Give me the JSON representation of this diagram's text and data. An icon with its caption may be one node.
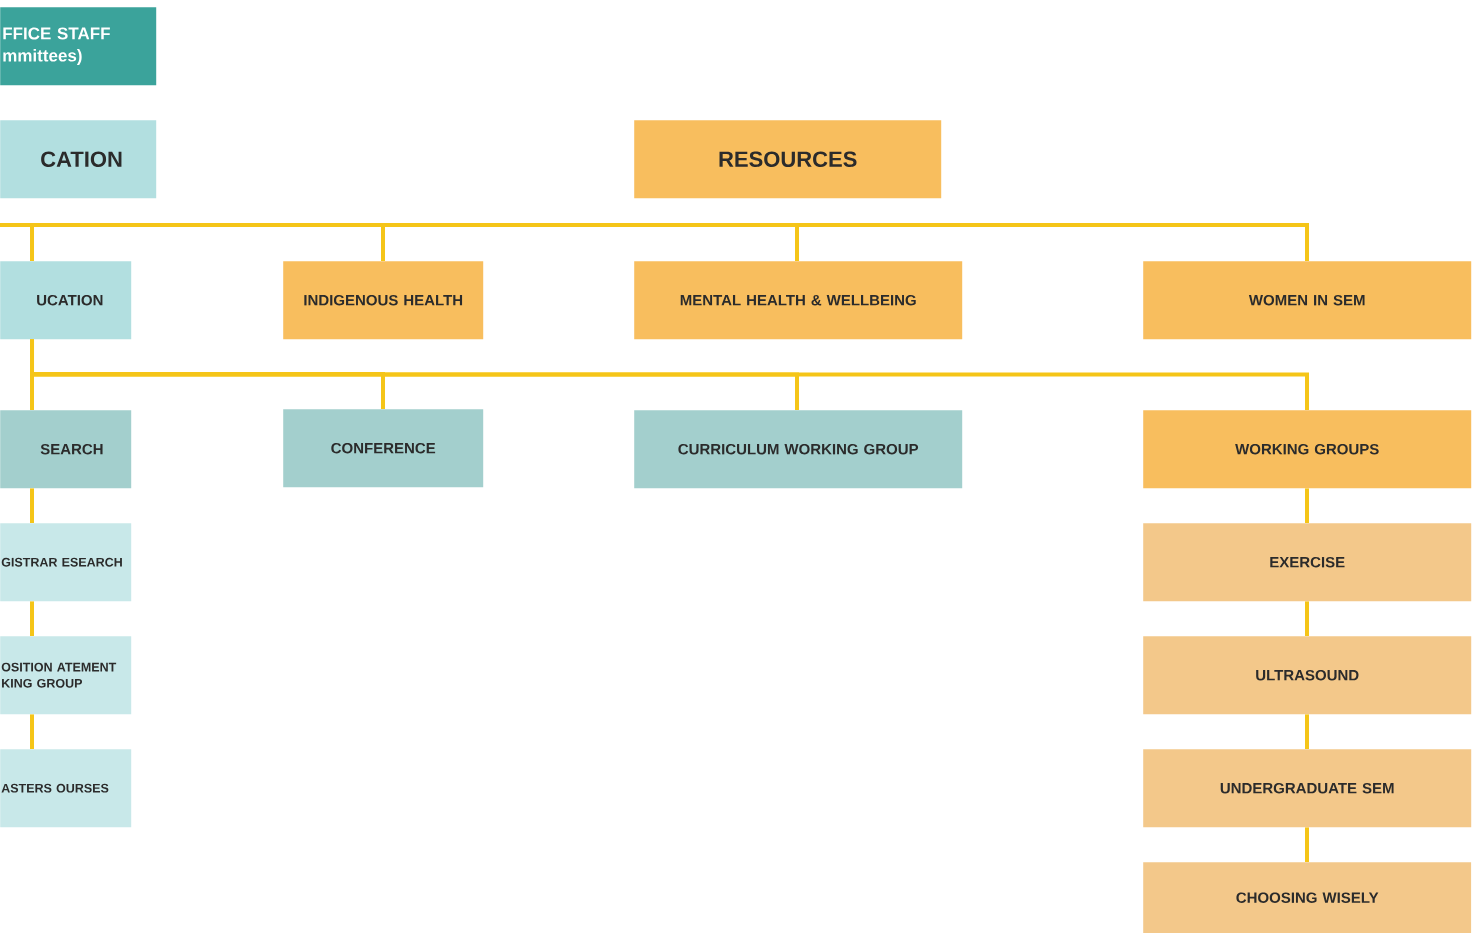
{
  "diagram": {
    "nodes": [
      {
        "text": [
          "FFICE STAFF mmittees)"
        ]
      },
      {
        "text": [
          "CATION"
        ]
      },
      {
        "text": [
          "RESOURCES"
        ]
      },
      {
        "text": [
          "UCATION"
        ]
      },
      {
        "text": [
          "INDIGENOUS HEALTH"
        ]
      },
      {
        "text": [
          "MENTAL HEALTH & WELLBEING"
        ]
      },
      {
        "text": [
          "WOMEN IN SEM"
        ]
      },
      {
        "text": [
          "SEARCH"
        ]
      },
      {
        "text": [
          "CONFERENCE"
        ]
      },
      {
        "text": [
          "CURRICULUM WORKING GROUP"
        ]
      },
      {
        "text": [
          "WORKING GROUPS"
        ]
      },
      {
        "text": [
          "GISTRAR ESEARCH"
        ]
      },
      {
        "text": [
          "OSITION ATEMENT KING GROUP"
        ]
      },
      {
        "text": [
          "ASTERS OURSES"
        ]
      },
      {
        "text": [
          "EXERCISE"
        ]
      },
      {
        "text": [
          "ULTRASOUND"
        ]
      },
      {
        "text": [
          "UNDERGRADUATE SEM"
        ]
      },
      {
        "text": [
          "CHOOSING WISELY"
        ]
      }
    ],
    "edges": [
      {
        "from": null,
        "to": 3,
        "arrow": "none"
      },
      {
        "from": null,
        "to": 4,
        "arrow": "none"
      },
      {
        "from": null,
        "to": 5,
        "arrow": "none"
      },
      {
        "from": null,
        "to": 6,
        "arrow": "none"
      },
      {
        "from": 3,
        "to": 7,
        "arrow": "none"
      },
      {
        "from": 3,
        "to": 8,
        "arrow": "none"
      },
      {
        "from": 3,
        "to": 9,
        "arrow": "none"
      },
      {
        "from": 3,
        "to": 10,
        "arrow": "none"
      },
      {
        "from": 7,
        "to": 11,
        "arrow": "none"
      },
      {
        "from": 11,
        "to": 12,
        "arrow": "none"
      },
      {
        "from": 12,
        "to": 13,
        "arrow": "none"
      },
      {
        "from": 10,
        "to": 14,
        "arrow": "none"
      },
      {
        "from": 14,
        "to": 15,
        "arrow": "none"
      },
      {
        "from": 15,
        "to": 16,
        "arrow": "none"
      },
      {
        "from": 16,
        "to": 17,
        "arrow": "none"
      }
    ]
  }
}
